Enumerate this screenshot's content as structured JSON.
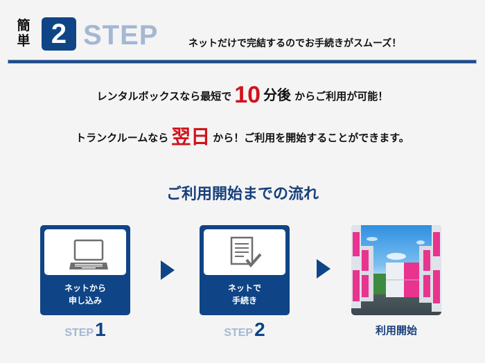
{
  "header": {
    "kantan_chars": [
      "簡",
      "単"
    ],
    "step_count": "2",
    "step_word": "STEP",
    "tagline": "ネットだけで完結するのでお手続きがスムーズ！"
  },
  "intro": {
    "line1": {
      "before": "レンタルボックスなら最短で",
      "highlight_number": "10",
      "highlight_unit": "分後",
      "after": "からご利用が可能！"
    },
    "line2": {
      "before": "トランクルームなら",
      "highlight": "翌日",
      "after": "から！ご利用を開始することができます。"
    }
  },
  "flow": {
    "title": "ご利用開始までの流れ",
    "steps": [
      {
        "icon": "laptop-icon",
        "label_line1": "ネットから",
        "label_line2": "申し込み",
        "step_prefix": "STEP",
        "step_number": "1"
      },
      {
        "icon": "document-check-icon",
        "label_line1": "ネットで",
        "label_line2": "手続き",
        "step_prefix": "STEP",
        "step_number": "2"
      }
    ],
    "final": {
      "image": "storage-containers-photo",
      "label": "利用開始"
    }
  },
  "colors": {
    "navy": "#0f4486",
    "light_blue": "#a4b7d3",
    "red": "#d0121b",
    "pink": "#e8338f",
    "background": "#f4f4f4"
  }
}
